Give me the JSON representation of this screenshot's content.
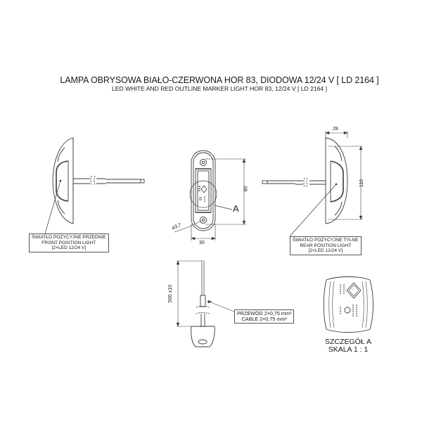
{
  "title": {
    "polish": "LAMPA OBRYSOWA BIAŁO-CZERWONA HOR 83, DIODOWA 12/24 V [ LD 2164 ]",
    "english": "LED WHITE AND RED OUTLINE MARKER LIGHT HOR 83, 12/24 V [ LD 2164 ]"
  },
  "views": {
    "front_side": {
      "label_lines": [
        "ŚWIATŁO POZYCYJNE PRZEDNIE",
        "FRONT POSITION LIGHT",
        "[2×LED 12/24 V]"
      ]
    },
    "front": {
      "dim_height": "80",
      "dim_width": "30",
      "dim_hole": "⌀3,7",
      "detail_marker": "A"
    },
    "rear_side": {
      "dim_depth": "28",
      "dim_height": "110",
      "label_lines": [
        "ŚWIATŁO POZYCYJNE TYLNE",
        "REAR POSITION LIGHT",
        "[2×LED 12/24 V]"
      ]
    },
    "cable": {
      "dim_length": "500 ±10",
      "label_lines": [
        "PRZEWÓD 2×0,75 mm²",
        "CABLE 2×0,75 mm²"
      ]
    },
    "detail": {
      "caption_lines": [
        "SZCZEGÓŁ A",
        "SKALA 1 : 1"
      ]
    }
  },
  "colors": {
    "line": "#3a3a3a",
    "background": "#ffffff"
  }
}
